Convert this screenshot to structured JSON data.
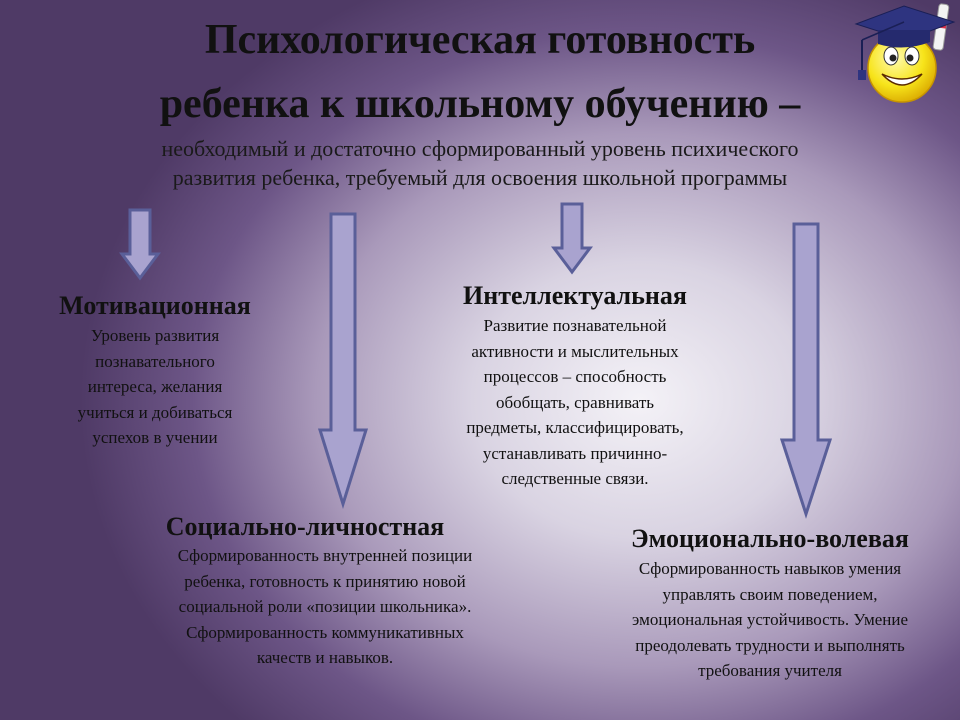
{
  "slide": {
    "title_line1": "Психологическая готовность",
    "title_line2": "ребенка к школьному обучению –",
    "subtitle_line1": "необходимый и достаточно сформированный  уровень психического",
    "subtitle_line2": "развития ребенка, требуемый для освоения школьной программы"
  },
  "blocks": {
    "motivational": {
      "heading": "Мотивационная",
      "lines": [
        "Уровень развития",
        "познавательного",
        "интереса, желания",
        "учиться и добиваться",
        "успехов в учении"
      ]
    },
    "intellectual": {
      "heading": "Интеллектуальная",
      "lines": [
        "Развитие познавательной",
        "активности  и мыслительных",
        "процессов – способность",
        "обобщать, сравнивать",
        "предметы, классифицировать,",
        "устанавливать причинно-",
        "следственные связи."
      ]
    },
    "social": {
      "heading": "Социально-личностная",
      "lines": [
        "Сформированность внутренней позиции",
        "ребенка, готовность к принятию новой",
        "социальной роли «позиции школьника».",
        "Сформированность коммуникативных",
        "качеств и навыков."
      ]
    },
    "emotional": {
      "heading": "Эмоционально-волевая",
      "lines": [
        "Сформированность навыков умения",
        "управлять своим поведением,",
        "эмоциональная устойчивость. Умение",
        "преодолевать трудности и выполнять",
        "требования учителя"
      ]
    }
  },
  "decor": {
    "icon": "graduate-smiley-icon",
    "arrow_fill": "#a9a3cf",
    "arrow_stroke": "#5a5f99"
  }
}
